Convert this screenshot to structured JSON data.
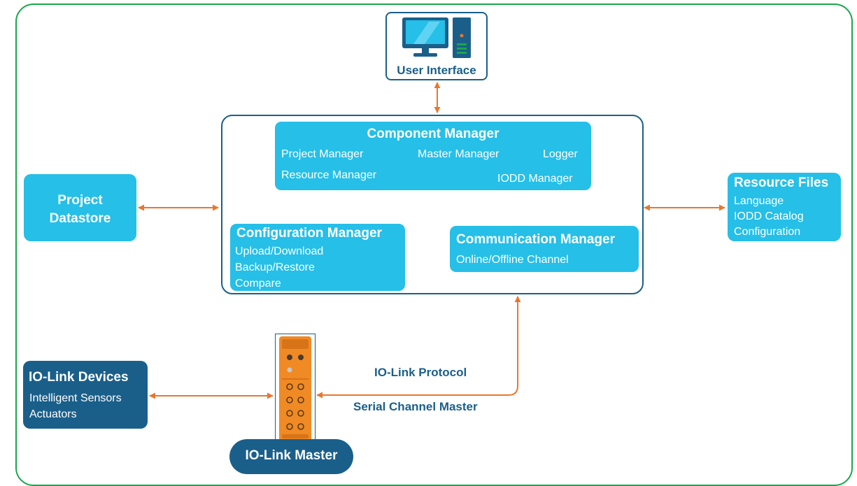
{
  "colors": {
    "frame": "#1aa64a",
    "cyan": "#25bfe8",
    "navy": "#1a5f8a",
    "arrow": "#e8772e",
    "device": "#f08a24"
  },
  "user_interface": {
    "label": "User Interface",
    "icon": "computer-icon"
  },
  "core": {
    "component_manager": {
      "title": "Component Manager",
      "items": [
        "Project Manager",
        "Master Manager",
        "Logger",
        "Resource Manager",
        "IODD Manager"
      ]
    },
    "configuration_manager": {
      "title": "Configuration Manager",
      "items": [
        "Upload/Download",
        "Backup/Restore",
        "Compare"
      ]
    },
    "communication_manager": {
      "title": "Communication Manager",
      "items": [
        "Online/Offline Channel"
      ]
    }
  },
  "project_datastore": {
    "lines": [
      "Project",
      "Datastore"
    ]
  },
  "resource_files": {
    "title": "Resource Files",
    "items": [
      "Language",
      "IODD Catalog",
      "Configuration"
    ]
  },
  "io_link_devices": {
    "title": "IO-Link Devices",
    "items": [
      "Intelligent Sensors",
      "Actuators"
    ]
  },
  "io_link_master": {
    "label": "IO-Link Master",
    "icon": "io-link-master-device-icon"
  },
  "protocol_labels": {
    "protocol": "IO-Link Protocol",
    "channel": "Serial Channel Master"
  }
}
